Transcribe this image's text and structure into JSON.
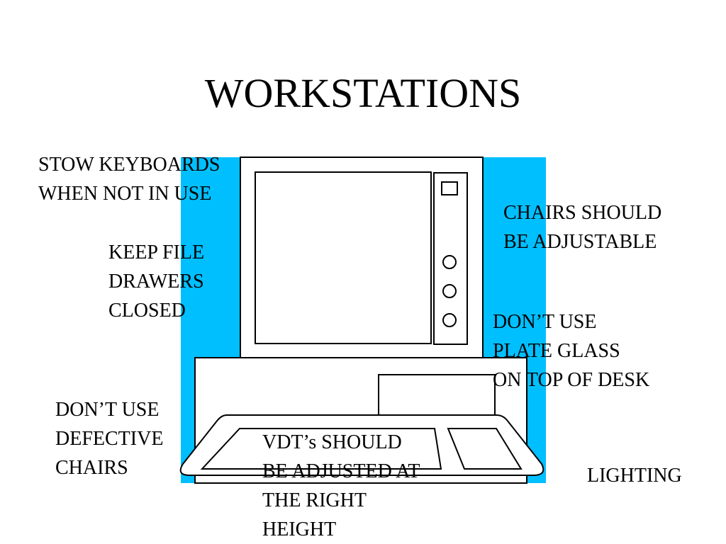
{
  "title": "WORKSTATIONS",
  "labels": {
    "stow_keyboards": "STOW KEYBOARDS\nWHEN NOT IN USE",
    "keep_file_drawers": "KEEP FILE\nDRAWERS\nCLOSED",
    "chairs_adjustable": "CHAIRS SHOULD\nBE ADJUSTABLE",
    "plate_glass": "DON’T USE\nPLATE GLASS\nON TOP OF DESK",
    "defective_chairs": "DON’T USE\nDEFECTIVE\nCHAIRS",
    "vdt_height": "VDT’s SHOULD\nBE ADJUSTED AT\nTHE RIGHT\nHEIGHT",
    "lighting": "LIGHTING"
  },
  "colors": {
    "background_panel": "#00bfff",
    "outline": "#000000",
    "fill": "#ffffff"
  },
  "illustration": {
    "icon": "computer-workstation-icon",
    "control_buttons": 3
  }
}
